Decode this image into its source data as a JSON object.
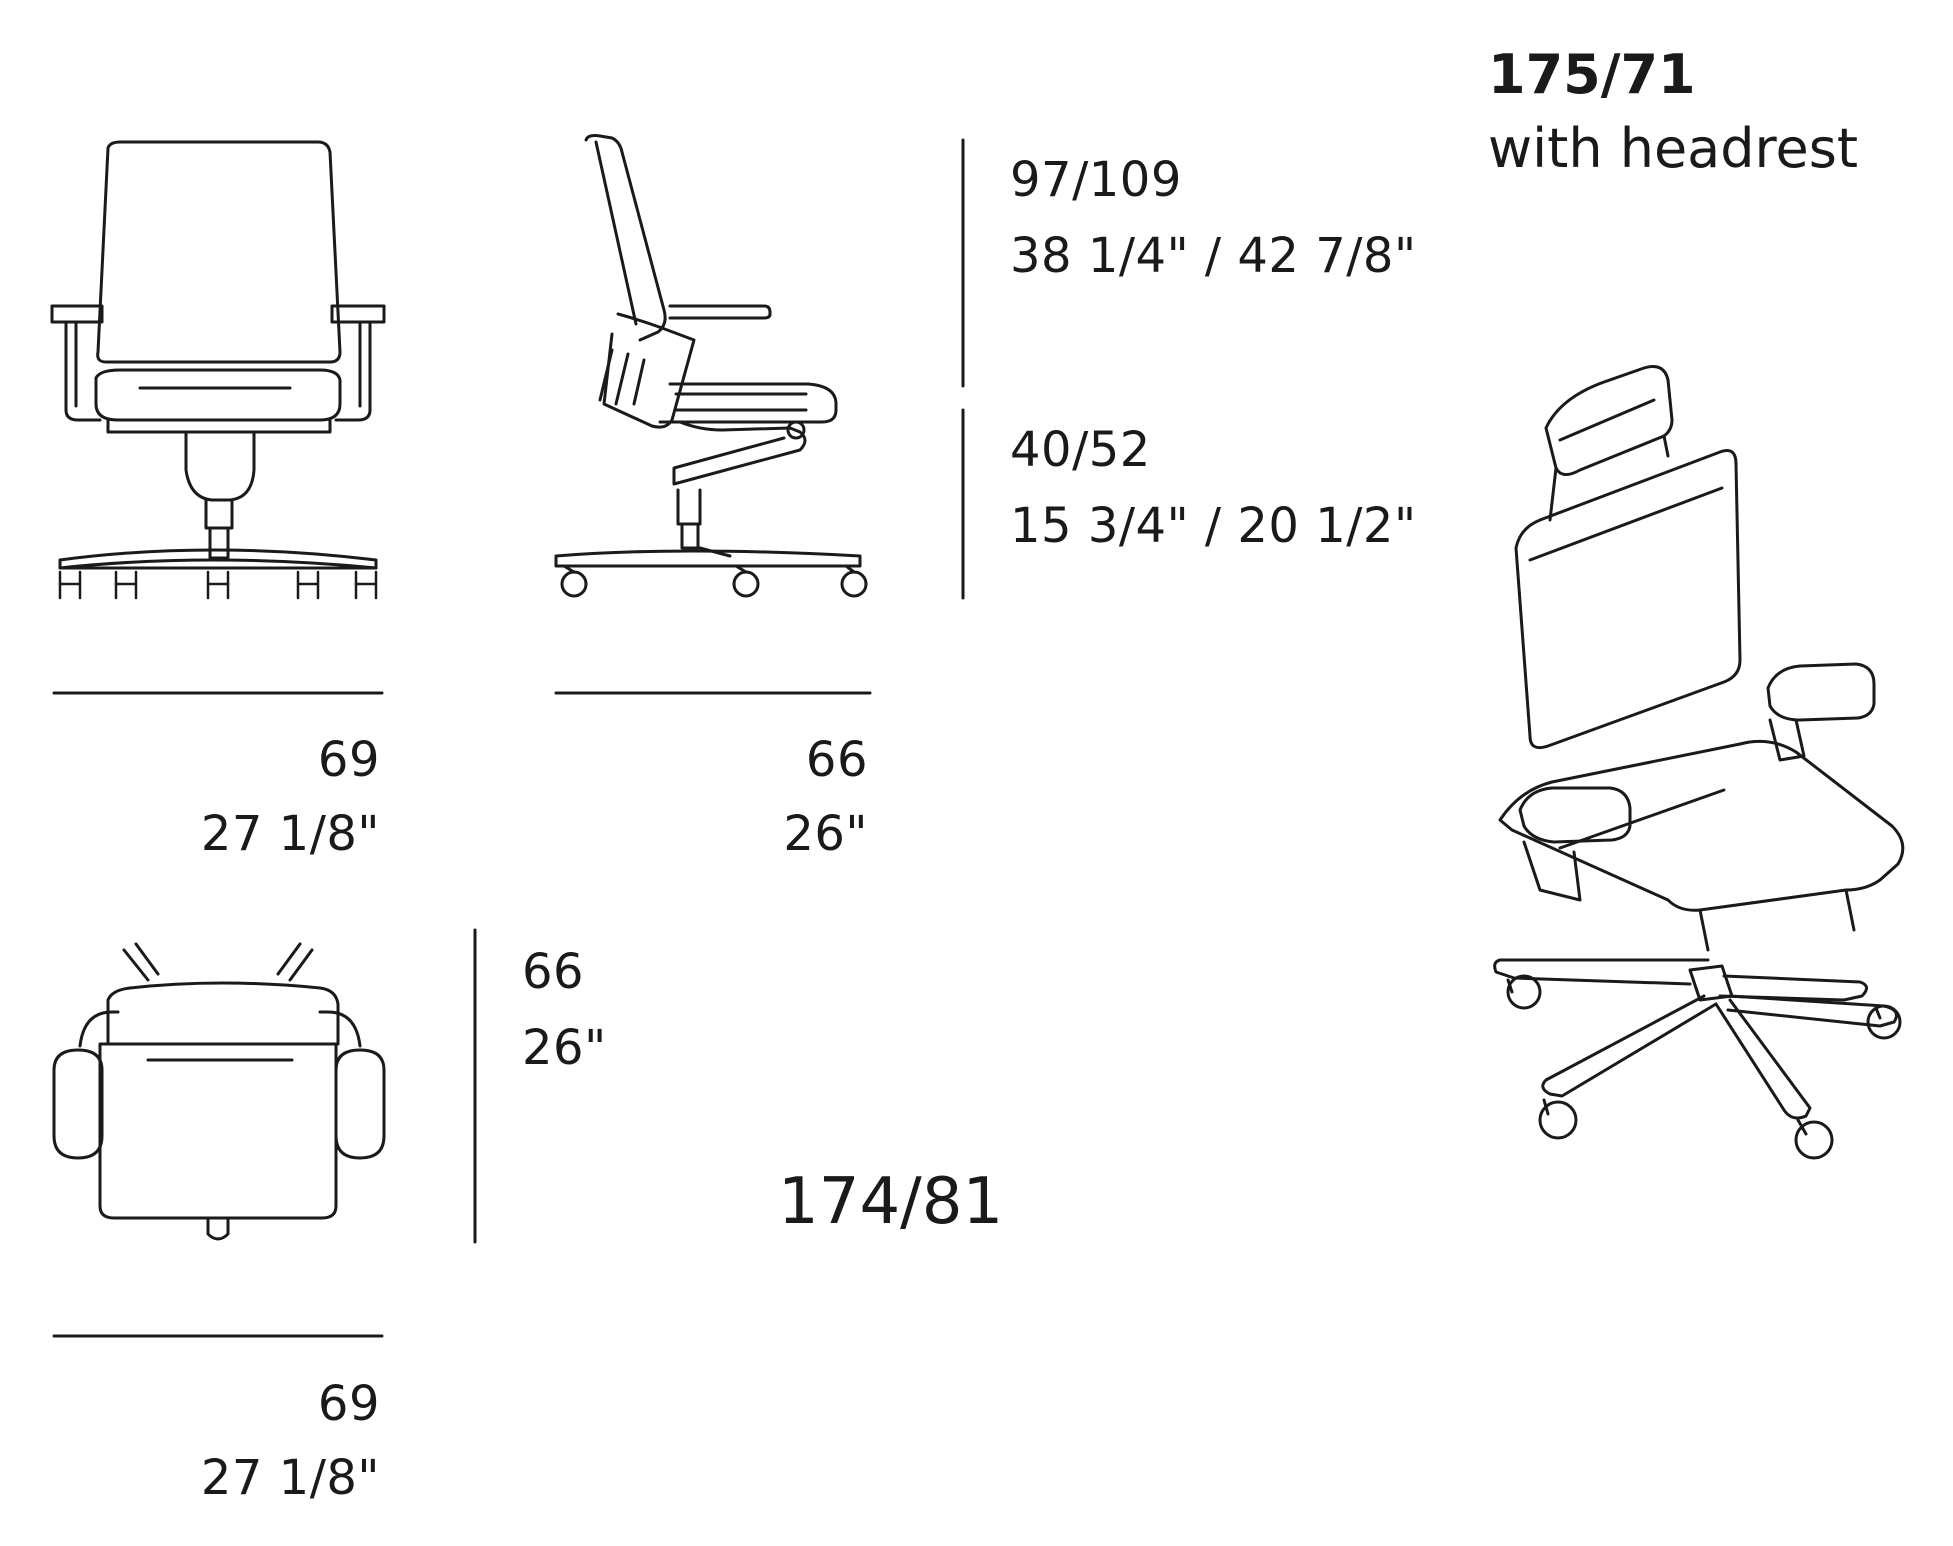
{
  "headrest_model": {
    "code": "175/71",
    "label": "with headrest"
  },
  "model_code": "174/81",
  "dimensions": {
    "front_width": {
      "cm": "69",
      "inch": "27 1/8\""
    },
    "side_depth": {
      "cm": "66",
      "inch": "26\""
    },
    "total_height": {
      "cm": "97/109",
      "inch": "38 1/4\" / 42 7/8\""
    },
    "seat_height": {
      "cm": "40/52",
      "inch": "15 3/4\" / 20 1/2\""
    },
    "top_depth": {
      "cm": "66",
      "inch": "26\""
    },
    "top_width": {
      "cm": "69",
      "inch": "27 1/8\""
    }
  },
  "colors": {
    "line": "#1a1a1a",
    "background": "#ffffff"
  }
}
